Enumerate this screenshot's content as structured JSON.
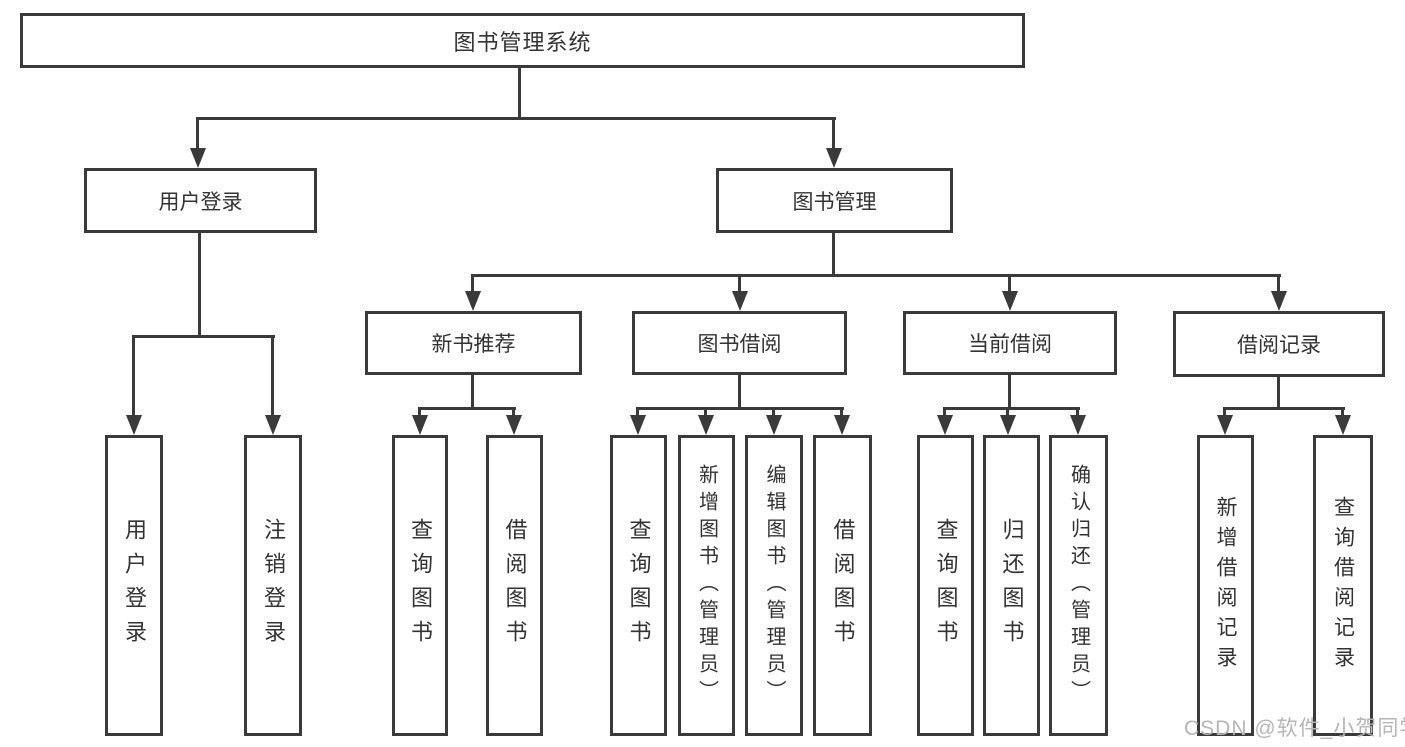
{
  "diagram": {
    "title": "图书管理系统",
    "branches": [
      {
        "label": "用户登录",
        "children": [
          "用户登录",
          "注销登录"
        ]
      },
      {
        "label": "图书管理",
        "modules": [
          {
            "label": "新书推荐",
            "children": [
              "查询图书",
              "借阅图书"
            ]
          },
          {
            "label": "图书借阅",
            "children": [
              "查询图书",
              "新增图书（管理员）",
              "编辑图书（管理员）",
              "借阅图书"
            ]
          },
          {
            "label": "当前借阅",
            "children": [
              "查询图书",
              "归还图书",
              "确认归还（管理员）"
            ]
          },
          {
            "label": "借阅记录",
            "children": [
              "新增借阅记录",
              "查询借阅记录"
            ]
          }
        ]
      }
    ]
  },
  "watermark": {
    "text": "CSDN @软件_小贺同学",
    "color": "#b6b6b6"
  },
  "colors": {
    "line": "#3a3a3a",
    "text": "#333333",
    "background": "#ffffff"
  }
}
